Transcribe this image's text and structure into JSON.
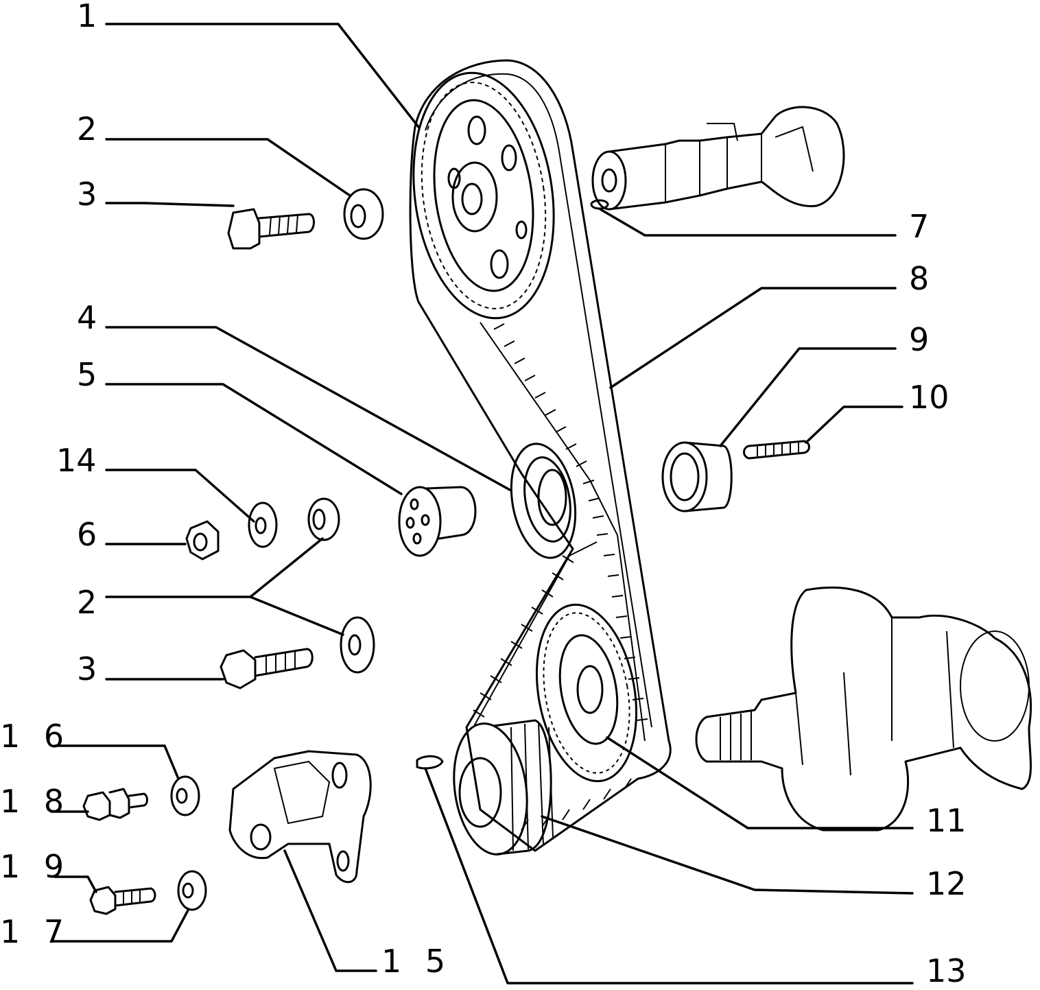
{
  "figure": {
    "labels": {
      "l1": "1",
      "l2a": "2",
      "l3a": "3",
      "l4": "4",
      "l5": "5",
      "l14": "14",
      "l6": "6",
      "l2b": "2",
      "l3b": "3",
      "l16": "1 6",
      "l18": "1 8",
      "l19": "1 9",
      "l17": "1 7",
      "l15": "1 5",
      "l7": "7",
      "l8": "8",
      "l9": "9",
      "l10": "10",
      "l11": "11",
      "l12": "12",
      "l13": "13"
    },
    "colors": {
      "ink": "#000000",
      "paper": "#ffffff"
    }
  }
}
